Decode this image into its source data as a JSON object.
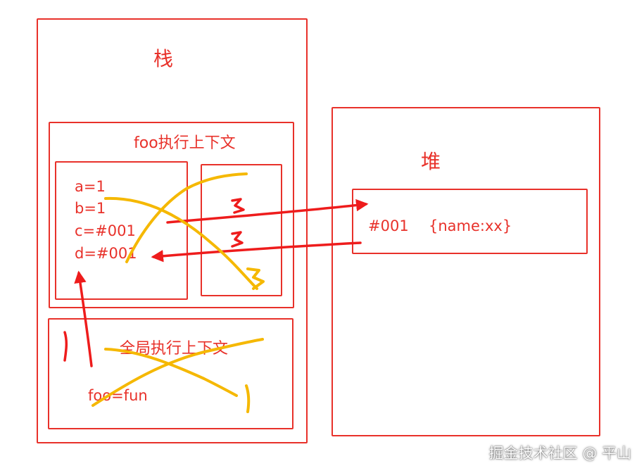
{
  "stack": {
    "title": "栈",
    "foo_context": {
      "title": "foo执行上下文",
      "vars": [
        "a=1",
        "b=1",
        "c=#001",
        "d=#001"
      ]
    },
    "global_context": {
      "title": "全局执行上下文",
      "vars": [
        "foo=fun"
      ]
    }
  },
  "heap": {
    "title": "堆",
    "entry": {
      "address": "#001",
      "value": "{name:xx}"
    }
  },
  "watermark": "掘金技术社区 @ 平山",
  "colors": {
    "box_border": "#e8312a",
    "text": "#e8312a",
    "arrow": "#ee1c1c",
    "scribble": "#f5b800"
  }
}
